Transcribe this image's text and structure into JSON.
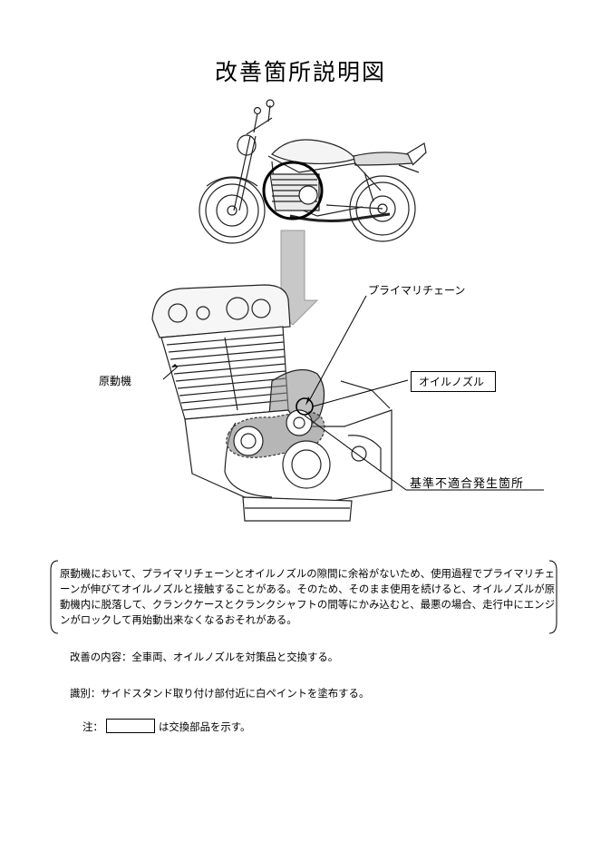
{
  "page": {
    "title": "改善箇所説明図"
  },
  "figure": {
    "labels": {
      "primary_chain": "プライマリチェーン",
      "engine": "原動機",
      "oil_nozzle": "オイルノズル",
      "defect_location": "基準不適合発生箇所"
    }
  },
  "description": {
    "text": "原動機において、プライマリチェーンとオイルノズルの隙間に余裕がないため、使用過程でプライマリチェーンが伸びてオイルノズルと接触することがある。そのため、そのまま使用を続けると、オイルノズルが原動機内に脱落して、クランクケースとクランクシャフトの間等にかみ込むと、最悪の場合、走行中にエンジンがロックして再始動出来なくなるおそれがある。"
  },
  "notes": {
    "improvement": "改善の内容：全車両、オイルノズルを対策品と交換する。",
    "identification": "識別：サイドスタンド取り付け部付近に白ペイントを塗布する。",
    "legend_prefix": "注：",
    "legend_suffix": "は交換部品を示す。"
  }
}
